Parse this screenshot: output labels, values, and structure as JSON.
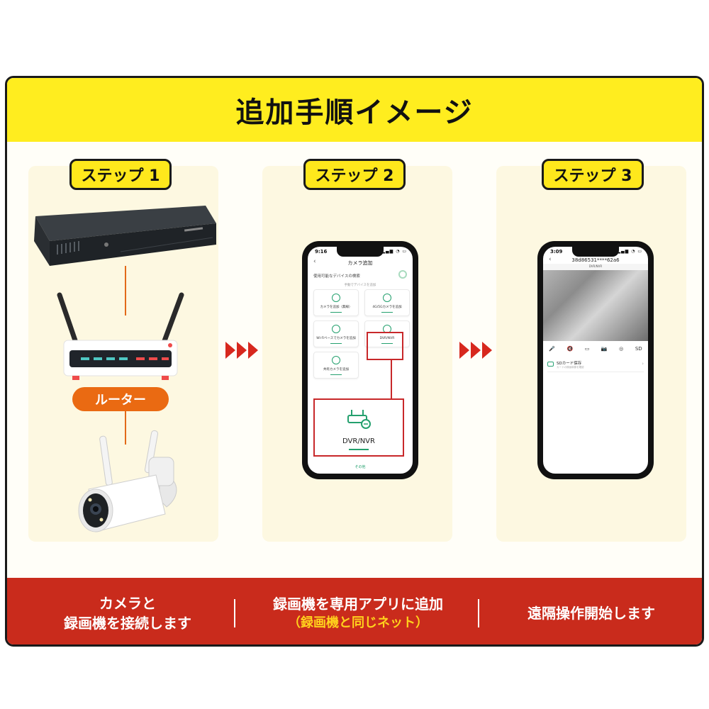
{
  "header": {
    "title": "追加手順イメージ"
  },
  "steps": [
    {
      "label": "ステップ 1"
    },
    {
      "label": "ステップ 2"
    },
    {
      "label": "ステップ 3"
    }
  ],
  "router": {
    "label": "ルーター"
  },
  "phone2": {
    "time": "9:16",
    "title": "カメラ追加",
    "section": "使用可能なデバイスの検索",
    "sub": "手動でデバイスを追加",
    "tiles": [
      "カメラを追加（無線）",
      "4G/5Gカメラを追加",
      "Wi-Fiベースでカメラを追加",
      "DVR/NVR",
      "共有カメラを追加"
    ],
    "big_card": "DVR/NVR",
    "other": "その他"
  },
  "phone3": {
    "time": "3:09",
    "device_id": "38d86531****62a6",
    "live_label": "DVR/NVR",
    "controls": [
      "🎤",
      "🔇",
      "▭",
      "📷",
      "◎",
      "SD"
    ],
    "sd_title": "SDカード保存",
    "sd_sub": "カードの録画映像を確認"
  },
  "captions": {
    "c1_line1": "カメラと",
    "c1_line2": "録画機を接続します",
    "c2_line1": "録画機を専用アプリに追加",
    "c2_note": "（録画機と同じネット）",
    "c3_line1": "遠隔操作開始します"
  },
  "colors": {
    "header_yellow": "#ffed1f",
    "footer_red": "#c92b1c",
    "accent_orange": "#ea6a12",
    "highlight_red": "#c8282a",
    "app_green": "#24a06e"
  }
}
